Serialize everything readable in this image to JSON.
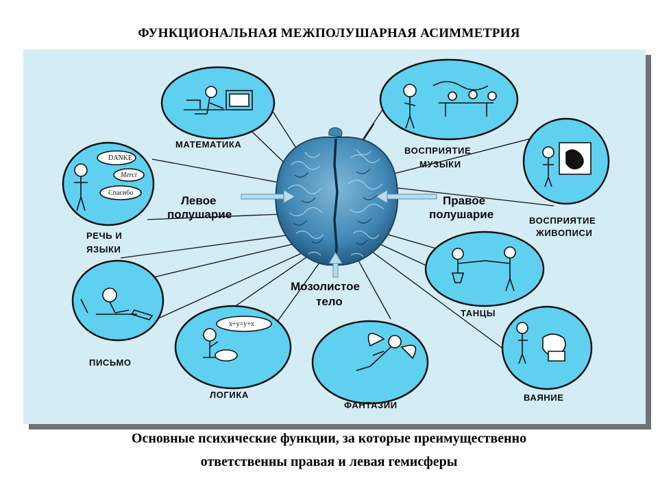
{
  "title": "ФУНКЦИОНАЛЬНАЯ  МЕЖПОЛУШАРНАЯ АСИММЕТРИЯ",
  "labels": {
    "left_hemisphere": [
      "Левое",
      "полушарие"
    ],
    "right_hemisphere": [
      "Правое",
      "полушарие"
    ],
    "corpus_callosum": [
      "Мозолистое",
      "тело"
    ],
    "math": "МАТЕМАТИКА",
    "speech": [
      "РЕЧЬ И",
      "ЯЗЫКИ"
    ],
    "writing": "ПИСЬМО",
    "logic": "ЛОГИКА",
    "fantasy": "ФАНТАЗИИ",
    "music": [
      "ВОСПРИЯТИЕ",
      "МУЗЫКИ"
    ],
    "painting": [
      "ВОСПРИЯТИЕ",
      "ЖИВОПИСИ"
    ],
    "dance": "ТАНЦЫ",
    "sculpture": "ВАЯНИЕ"
  },
  "bubble_text": {
    "speech_words": [
      "DANKE",
      "Merci",
      "Спасибо"
    ],
    "logic_formula": "x+y=y+x"
  },
  "caption": [
    "Основные психические функции, за которые  преимущественно",
    "ответственны правая и левая гемисферы"
  ],
  "colors": {
    "panel": "#d4ecf4",
    "circle_fill": "#5fd0ef",
    "brain": "#3f86b3",
    "arrow": "#b8dcec"
  }
}
